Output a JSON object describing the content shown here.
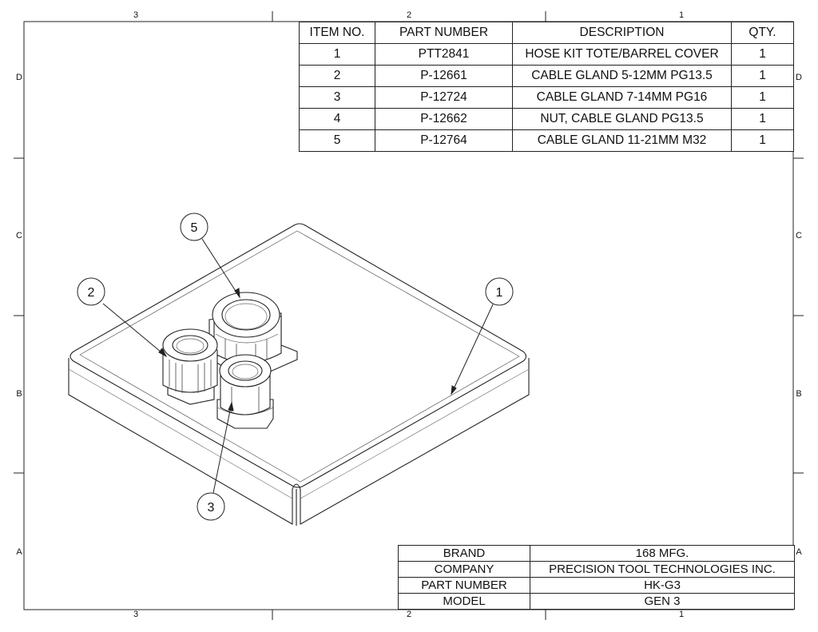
{
  "border": {
    "top_columns": [
      "3",
      "2",
      "1"
    ],
    "bottom_columns": [
      "3",
      "2",
      "1"
    ],
    "left_rows": [
      "D",
      "C",
      "B",
      "A"
    ],
    "right_rows": [
      "D",
      "C",
      "B",
      "A"
    ]
  },
  "bom": {
    "headers": [
      "ITEM NO.",
      "PART NUMBER",
      "DESCRIPTION",
      "QTY."
    ],
    "rows": [
      {
        "item": "1",
        "part": "PTT2841",
        "description": "HOSE KIT TOTE/BARREL COVER",
        "qty": "1"
      },
      {
        "item": "2",
        "part": "P-12661",
        "description": "CABLE GLAND 5-12MM PG13.5",
        "qty": "1"
      },
      {
        "item": "3",
        "part": "P-12724",
        "description": "CABLE GLAND 7-14MM PG16",
        "qty": "1"
      },
      {
        "item": "4",
        "part": "P-12662",
        "description": "NUT, CABLE GLAND PG13.5",
        "qty": "1"
      },
      {
        "item": "5",
        "part": "P-12764",
        "description": "CABLE GLAND 11-21MM M32",
        "qty": "1"
      }
    ]
  },
  "balloons": [
    "5",
    "2",
    "1",
    "3"
  ],
  "title_block": [
    {
      "label": "BRAND",
      "value": "168 MFG."
    },
    {
      "label": "COMPANY",
      "value": "PRECISION TOOL TECHNOLOGIES INC."
    },
    {
      "label": "PART NUMBER",
      "value": "HK-G3"
    },
    {
      "label": "MODEL",
      "value": "GEN 3"
    }
  ]
}
